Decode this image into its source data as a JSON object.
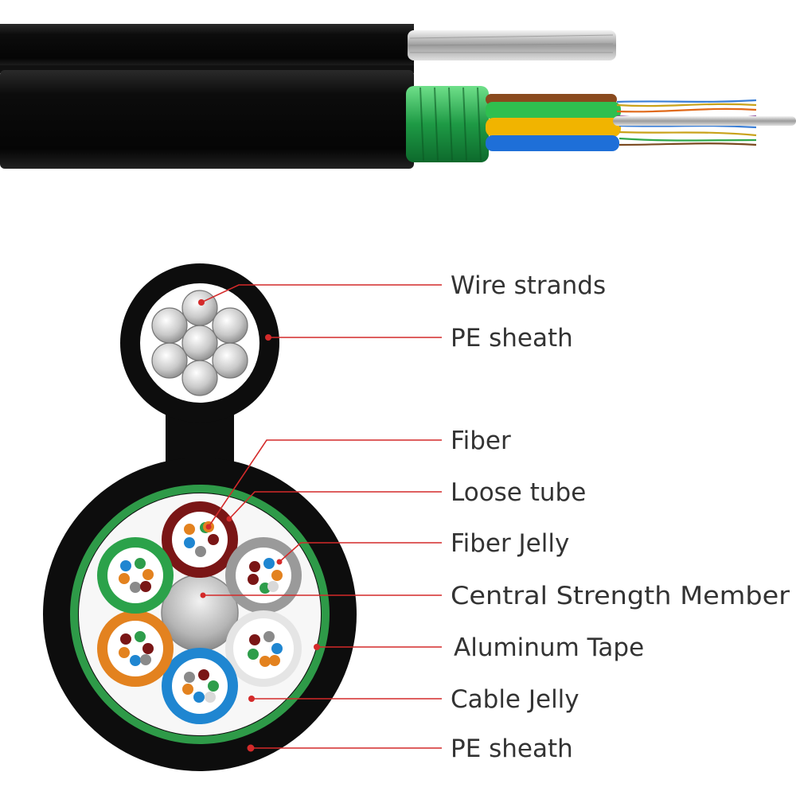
{
  "labels": {
    "wire_strands": "Wire strands",
    "pe_sheath_top": "PE sheath",
    "fiber": "Fiber",
    "loose_tube": "Loose tube",
    "fiber_jelly": "Fiber Jelly",
    "central_strength_member": "Central Strength Member",
    "aluminum_tape": "Aluminum Tape",
    "cable_jelly": "Cable Jelly",
    "pe_sheath_bottom": "PE sheath"
  },
  "colors": {
    "sheath": "#0d0d0d",
    "aluminum_tape": "#2e9a48",
    "leader_line": "#d42a2a",
    "label_text": "#333333",
    "loose_tubes": [
      "#7a1616",
      "#9a9a9a",
      "#f2f2f2",
      "#1f86d1",
      "#e3821f",
      "#2ba24a"
    ],
    "fiber_colors": [
      "#2e9d4b",
      "#1f86d1",
      "#e3821f",
      "#8a8a8a",
      "#7a1616",
      "#f0f0f0"
    ]
  }
}
